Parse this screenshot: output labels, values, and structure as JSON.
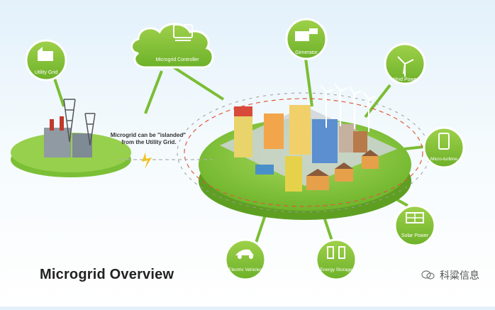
{
  "title": "Microgrid Overview",
  "nodes": {
    "utility_grid": "Utility Grid",
    "controller": "Microgrid Controller",
    "generator": "Generator",
    "wind": "Wind Power",
    "microturbine": "Micro-turbine",
    "solar": "Solar Power",
    "storage": "Energy Storage",
    "ev": "Electric Vehicles"
  },
  "island_note": "Microgrid can be \"islanded\" from the Utility Grid.",
  "watermark": "科粱信息",
  "colors": {
    "green": "#8cc63f",
    "dark_green": "#5a9e1f",
    "bg_top": "#e3f1fb"
  }
}
